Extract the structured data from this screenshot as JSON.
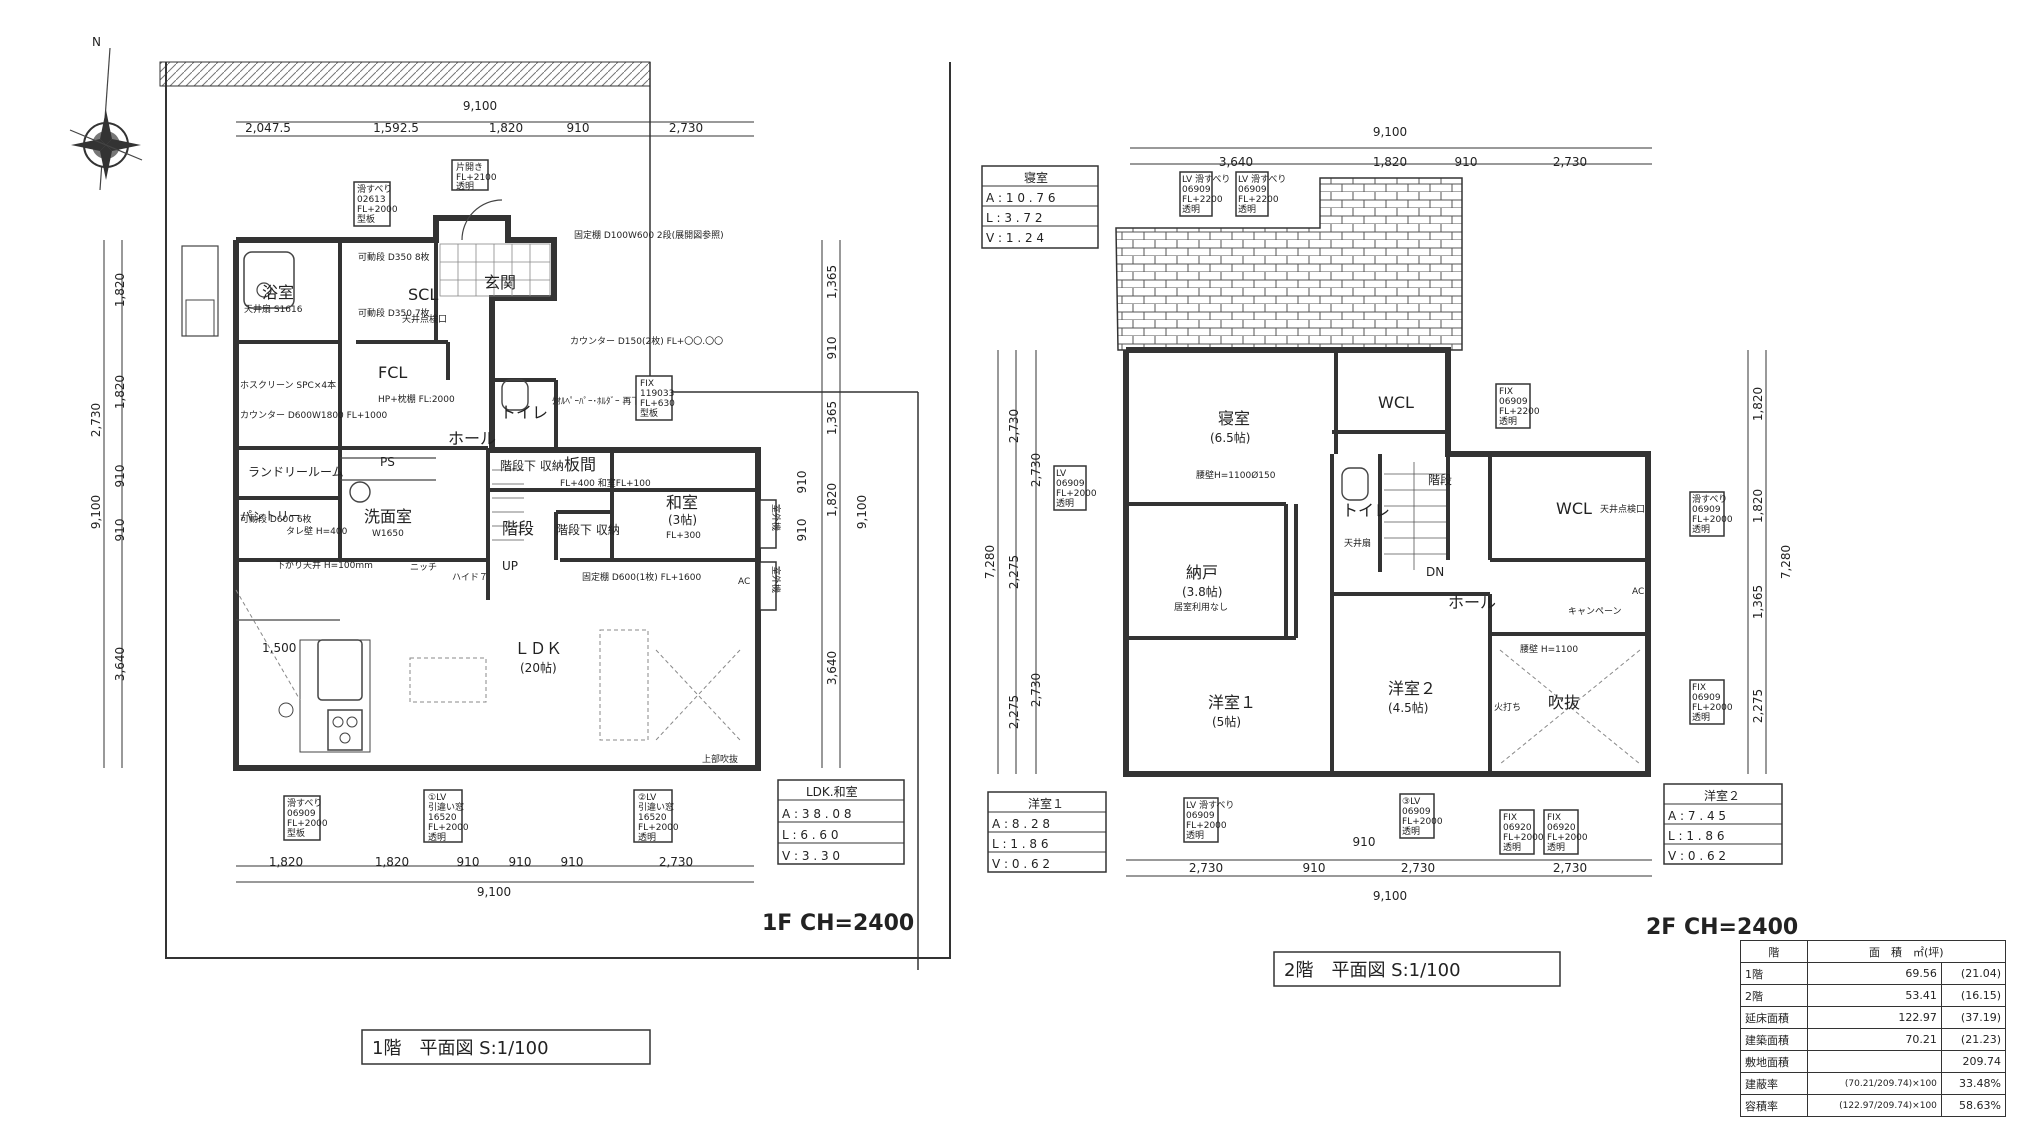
{
  "compass": {
    "north": "N"
  },
  "floor1": {
    "title": "1F CH=2400",
    "caption": "1階　平面図 S:1/100",
    "dims_top_total": "9,100",
    "dims_top": [
      "2,047.5",
      "1,592.5",
      "1,820",
      "910",
      "2,730"
    ],
    "dims_bottom": [
      "1,820",
      "1,820",
      "910",
      "910",
      "910",
      "2,730"
    ],
    "dims_bottom_total": "9,100",
    "dims_left": [
      "1,820",
      "1,820",
      "910",
      "910",
      "3,640"
    ],
    "dims_left_inner": "2,730",
    "dims_left_total": "9,100",
    "dims_right": [
      "1,365",
      "910",
      "1,365",
      "910",
      "910",
      "3,640"
    ],
    "dims_right_inner": "1,820",
    "dims_right_total": "9,100",
    "rooms": {
      "bath": "浴室",
      "bath_fan": "天井扇 S1616",
      "scl": "SCL",
      "entrance": "玄関",
      "fcl": "FCL",
      "fcl_note": "HP+枕棚 FL:2000",
      "hall": "ホール",
      "toilet": "トイレ",
      "laundry": "ランドリールーム",
      "pantry": "パントリー",
      "pantry_note": "タレ壁 H=400",
      "washroom": "洗面室",
      "washroom_note": "W1650",
      "ps": "PS",
      "under_stairs_1": "階段下 収納",
      "stairs": "階段",
      "itama": "板間",
      "itama_note": "FL+400 和室FL+100",
      "under_stairs_2": "階段下 収納",
      "washitsu": "和室",
      "washitsu_size": "(3帖)",
      "washitsu_fl": "FL+300",
      "ldk": "ＬＤＫ",
      "ldk_size": "(20帖)",
      "up": "UP",
      "niche": "ニッチ",
      "ceiling_note": "下がり天井 H=100mm",
      "upper_void": "上部吹抜",
      "outdoor_unit_1": "室外機",
      "outdoor_unit_2": "室外機",
      "ac": "AC"
    },
    "notes": {
      "shoe_shelf": "可動段 D350 8枚",
      "shoe_shelf2": "可動段 D350 7枚",
      "inspection": "天井点検口",
      "fixed_shelf": "固定棚 D100W600 2段(展開図参照)",
      "counter": "カウンター D150(2枚) FL+〇〇.〇〇",
      "screen": "ホスクリーン SPC×4本",
      "laundry_counter": "カウンター D600W1800 FL+1000",
      "pantry_shelf": "可動段 D600 6枚",
      "stair_shelf": "固定棚 D600(1枚) FL+1600",
      "dim_1500": "1,500",
      "hide": "ハイド７",
      "pipe": "ﾀｵﾙﾍﾟｰﾊﾟｰ･ﾎﾙﾀﾞｰ 再下地"
    },
    "window_tags": [
      {
        "lines": [
          "片開き",
          "FL+2100",
          "透明"
        ]
      },
      {
        "lines": [
          "滑すべり",
          "02613",
          "FL+2000",
          "型板"
        ]
      },
      {
        "lines": [
          "FIX",
          "119033",
          "FL+630",
          "型板"
        ]
      },
      {
        "lines": [
          "滑すべり",
          "06909",
          "FL+2000",
          "型板"
        ]
      },
      {
        "lines": [
          "①LV",
          "引違い窓",
          "16520",
          "FL+2000",
          "透明"
        ]
      },
      {
        "lines": [
          "②LV",
          "引違い窓",
          "16520",
          "FL+2000",
          "透明"
        ]
      }
    ],
    "area_box": {
      "name": "LDK.和室",
      "a": "A : 3 8 . 0 8",
      "l": "L :   6 . 6 0",
      "v": "V :   3 . 3 0"
    }
  },
  "floor2": {
    "title": "2F CH=2400",
    "caption": "2階　平面図 S:1/100",
    "dims_top_total": "9,100",
    "dims_top": [
      "3,640",
      "1,820",
      "910",
      "2,730"
    ],
    "dims_bottom": [
      "2,730",
      "910",
      "2,730",
      "2,730"
    ],
    "dims_bottom_mid": "910",
    "dims_bottom_total": "9,100",
    "dims_left": [
      "2,730",
      "2,275",
      "2,275"
    ],
    "dims_left_inner": [
      "2,730",
      "2,730"
    ],
    "dims_left_total": "7,280",
    "dims_right": [
      "1,820",
      "1,820",
      "1,365",
      "2,275"
    ],
    "dims_right_total": "7,280",
    "rooms": {
      "bedroom": "寝室",
      "bedroom_size": "(6.5帖)",
      "wcl1": "WCL",
      "nando": "納戸",
      "nando_size": "(3.8帖)",
      "nando_note": "居室利用なし",
      "stairs": "階段",
      "toilet": "トイレ",
      "toilet_fan": "天井扇",
      "wcl2": "WCL",
      "hall": "ホール",
      "dn": "DN",
      "yoshitsu1": "洋室１",
      "yoshitsu1_size": "(5帖)",
      "yoshitsu2": "洋室２",
      "yoshitsu2_size": "(4.5帖)",
      "fukinuke": "吹抜",
      "koshikabe": "腰壁 H=1100",
      "koshikabe2": "腰壁H=1100Ø150",
      "campaign": "キャンペーン",
      "inspection": "天井点検口",
      "hibuchi": "火打ち",
      "ac": "AC"
    },
    "window_tags": [
      {
        "lines": [
          "LV 滑すべり",
          "06909",
          "FL+2200",
          "透明"
        ]
      },
      {
        "lines": [
          "LV 滑すべり",
          "06909",
          "FL+2200",
          "透明"
        ]
      },
      {
        "lines": [
          "FIX",
          "06909",
          "FL+2200",
          "透明"
        ]
      },
      {
        "lines": [
          "LV",
          "06909",
          "FL+2000",
          "透明"
        ]
      },
      {
        "lines": [
          "LV 滑すべり",
          "06909",
          "FL+2000",
          "透明"
        ]
      },
      {
        "lines": [
          "③LV",
          "06909",
          "FL+2000",
          "透明"
        ]
      },
      {
        "lines": [
          "FIX",
          "06920",
          "FL+2000",
          "透明"
        ]
      },
      {
        "lines": [
          "FIX",
          "06920",
          "FL+2000",
          "透明"
        ]
      },
      {
        "lines": [
          "滑すべり",
          "06909",
          "FL+2000",
          "透明"
        ]
      },
      {
        "lines": [
          "FIX",
          "06909",
          "FL+2000",
          "透明"
        ]
      }
    ],
    "area_boxes": [
      {
        "name": "寝室",
        "a": "A : 1 0 . 7 6",
        "l": "L :   3 . 7 2",
        "v": "V :   1 . 2 4"
      },
      {
        "name": "洋室１",
        "a": "A :   8 . 2 8",
        "l": "L :   1 . 8 6",
        "v": "V :   0 . 6 2"
      },
      {
        "name": "洋室２",
        "a": "A : 7 . 4 5",
        "l": "L :   1 . 8 6",
        "v": "V :   0 . 6 2"
      }
    ]
  },
  "area_table": {
    "header": [
      "階",
      "面　積　㎡(坪)"
    ],
    "rows": [
      [
        "1階",
        "69.56",
        "(21.04)"
      ],
      [
        "2階",
        "53.41",
        "(16.15)"
      ],
      [
        "延床面積",
        "122.97",
        "(37.19)"
      ],
      [
        "建築面積",
        "70.21",
        "(21.23)"
      ],
      [
        "敷地面積",
        "",
        "209.74"
      ],
      [
        "建蔽率",
        "(70.21/209.74)×100",
        "33.48%"
      ],
      [
        "容積率",
        "(122.97/209.74)×100",
        "58.63%"
      ]
    ]
  }
}
